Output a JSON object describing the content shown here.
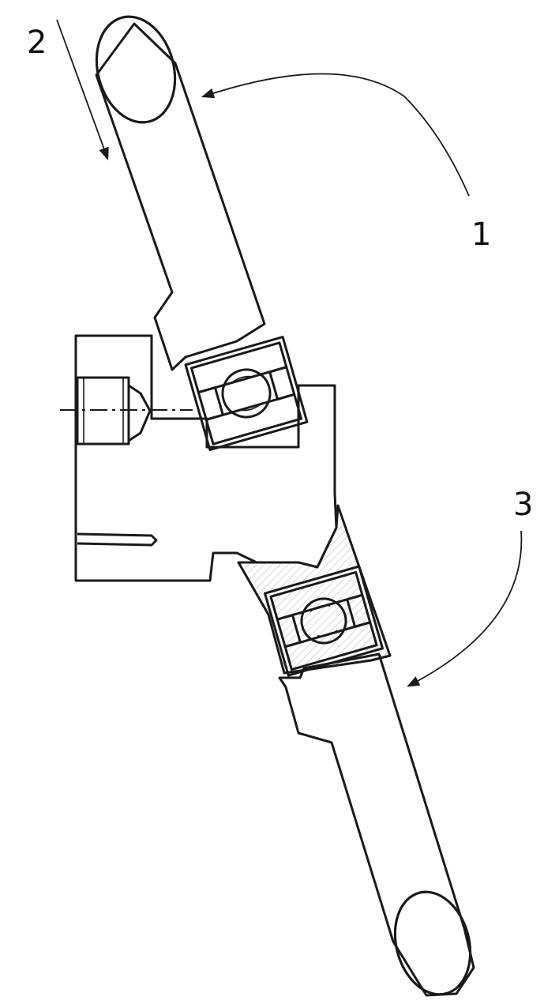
{
  "labels": {
    "part_1": "1",
    "part_2": "2",
    "part_3": "3"
  },
  "colors": {
    "ink": "#1a1a1a",
    "paper": "#ffffff"
  }
}
